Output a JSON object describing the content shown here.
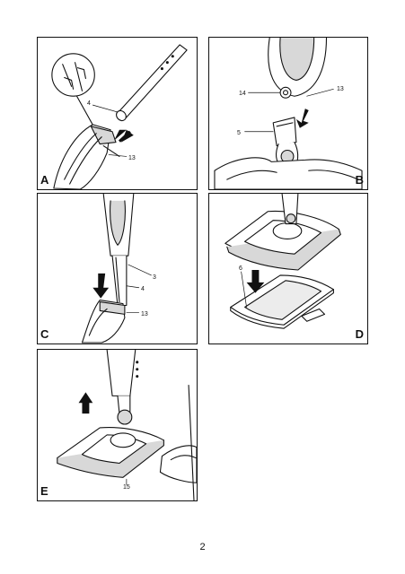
{
  "panels": {
    "a": {
      "label": "A",
      "callouts": [
        "4",
        "13"
      ]
    },
    "b": {
      "label": "B",
      "callouts": [
        "14",
        "13",
        "5"
      ]
    },
    "c": {
      "label": "C",
      "callouts": [
        "3",
        "4",
        "13"
      ]
    },
    "d": {
      "label": "D",
      "callouts": [
        "6"
      ]
    },
    "e": {
      "label": "E",
      "callouts": [
        "15"
      ]
    }
  },
  "page_number": "2",
  "colors": {
    "line": "#111111",
    "fill_grey": "#d8d8d8",
    "background": "#ffffff"
  },
  "icons": [
    "arrow-down-icon",
    "arrow-up-icon"
  ]
}
